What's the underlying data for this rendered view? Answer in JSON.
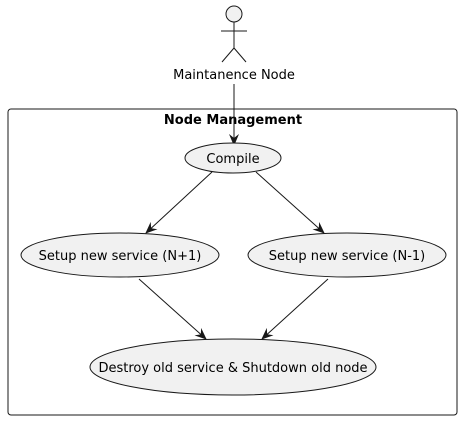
{
  "actor": {
    "label": "Maintanence Node",
    "icon": "stick-figure-actor-icon"
  },
  "package": {
    "title": "Node Management"
  },
  "use_cases": {
    "compile": "Compile",
    "setup_new": "Setup new service (N+1)",
    "setup_old": "Setup new service (N-1)",
    "destroy": "Destroy old service & Shutdown old node"
  },
  "colors": {
    "usecase_fill": "#f1f1f1",
    "stroke": "#181818",
    "background": "#ffffff"
  }
}
